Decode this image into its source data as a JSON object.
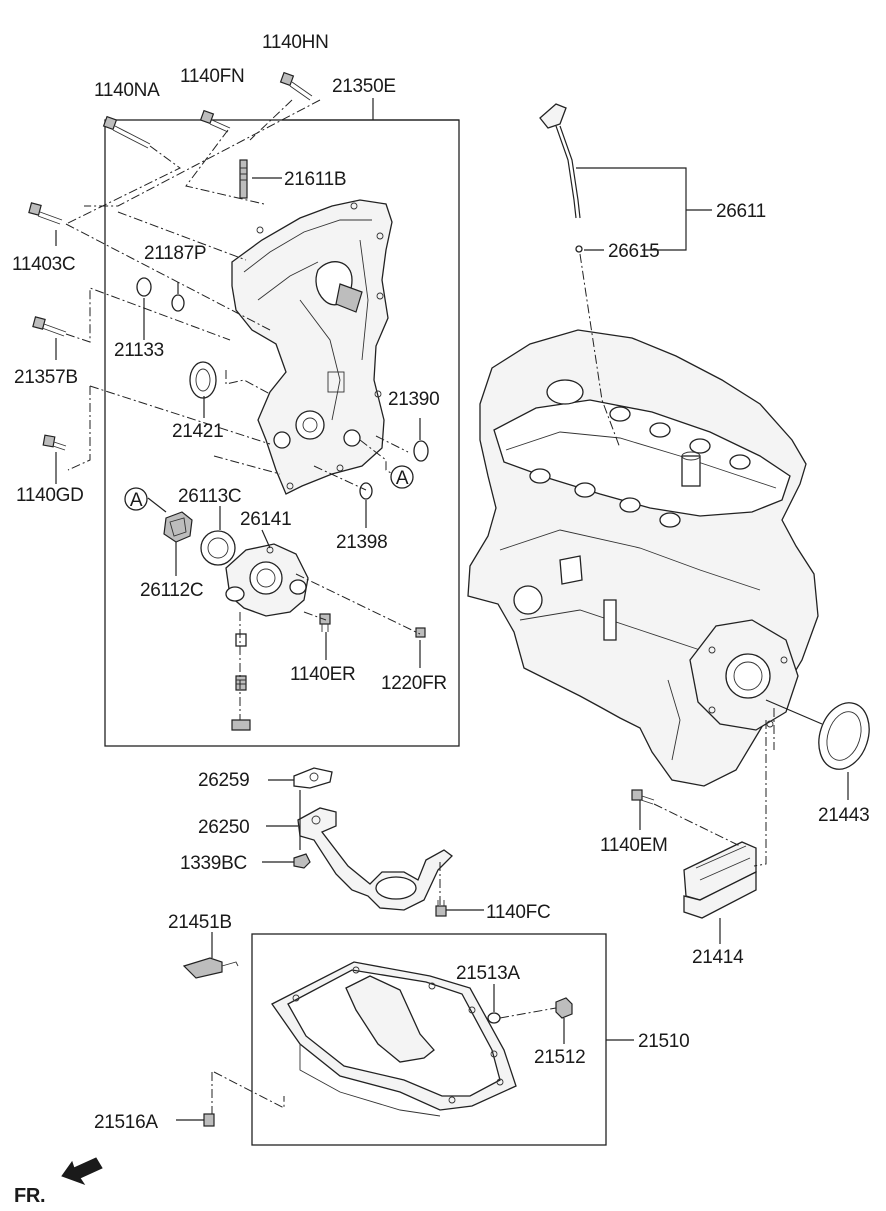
{
  "labels": {
    "l_1140HN": "1140HN",
    "l_1140NA": "1140NA",
    "l_1140FN": "1140FN",
    "l_21350E": "21350E",
    "l_21611B": "21611B",
    "l_11403C": "11403C",
    "l_21187P": "21187P",
    "l_21133": "21133",
    "l_21357B": "21357B",
    "l_21421": "21421",
    "l_21390": "21390",
    "l_1140GD": "1140GD",
    "l_26113C": "26113C",
    "l_26141": "26141",
    "l_26112C": "26112C",
    "l_21398": "21398",
    "l_1140ER": "1140ER",
    "l_1220FR": "1220FR",
    "l_26611": "26611",
    "l_26615": "26615",
    "l_21443": "21443",
    "l_26259": "26259",
    "l_26250": "26250",
    "l_1339BC": "1339BC",
    "l_1140FC": "1140FC",
    "l_1140EM": "1140EM",
    "l_21414": "21414",
    "l_21451B": "21451B",
    "l_21513A": "21513A",
    "l_21512": "21512",
    "l_21510": "21510",
    "l_21516A": "21516A",
    "fr": "FR."
  },
  "callouts": {
    "a1": "A",
    "a2": "A"
  }
}
